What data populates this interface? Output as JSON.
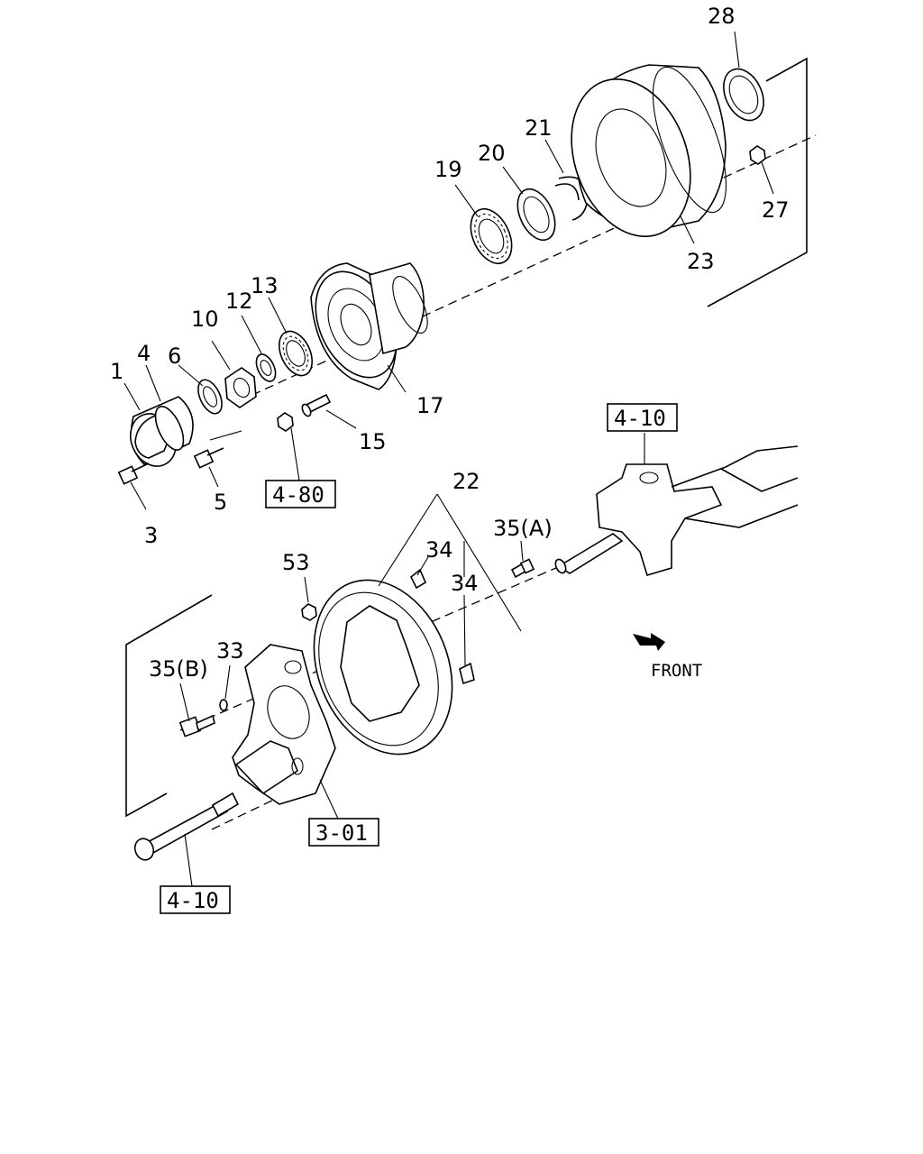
{
  "labels": {
    "n1": "1",
    "n3": "3",
    "n4": "4",
    "n5": "5",
    "n6": "6",
    "n10": "10",
    "n12": "12",
    "n13": "13",
    "n15": "15",
    "n17": "17",
    "n19": "19",
    "n20": "20",
    "n21": "21",
    "n22": "22",
    "n23": "23",
    "n27": "27",
    "n28": "28",
    "n33": "33",
    "n34a": "34",
    "n34b": "34",
    "n35a": "35(A)",
    "n35b": "35(B)",
    "n53": "53"
  },
  "refs": {
    "r480": "4-80",
    "r410_top": "4-10",
    "r410_bottom": "4-10",
    "r301": "3-01"
  },
  "front": "FRONT"
}
